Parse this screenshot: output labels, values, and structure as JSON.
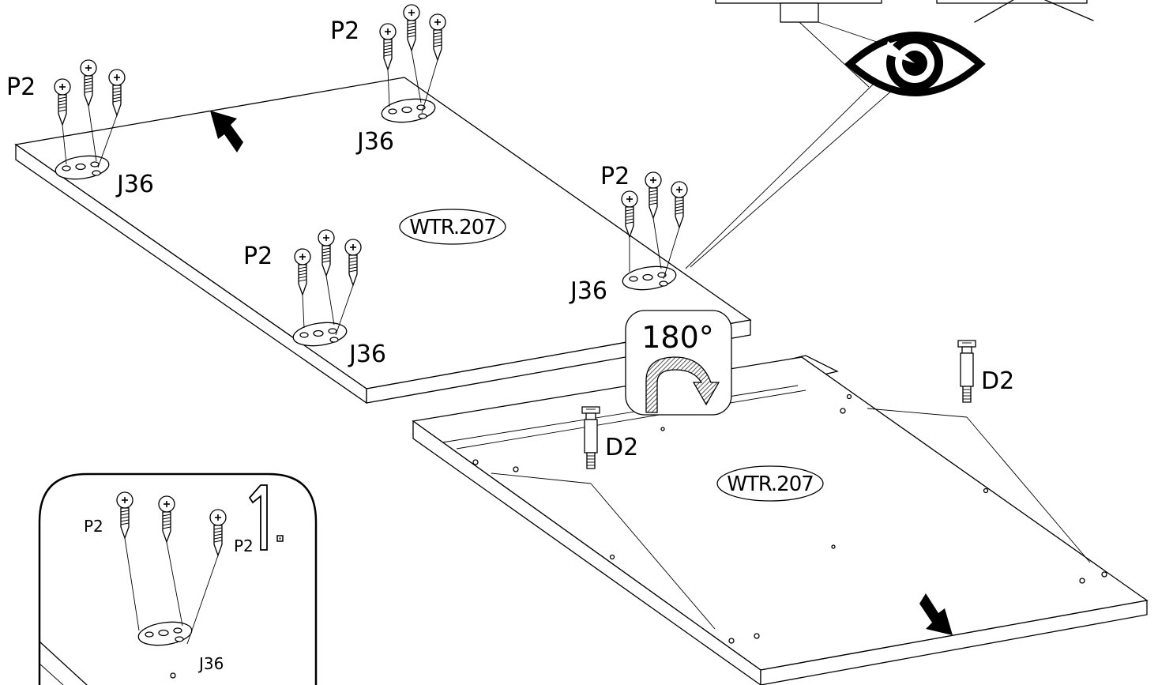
{
  "labels": {
    "screw_code": "P2",
    "plate_code": "J36",
    "panel_code": "WTR.207",
    "dowel_code": "D2",
    "rotation": "180°",
    "step_number": "1."
  },
  "colors": {
    "ink": "#000000",
    "paper": "#ffffff",
    "hatch": "#555555"
  },
  "icons": [
    "eye-icon",
    "rotate-icon",
    "arrow-icon"
  ]
}
